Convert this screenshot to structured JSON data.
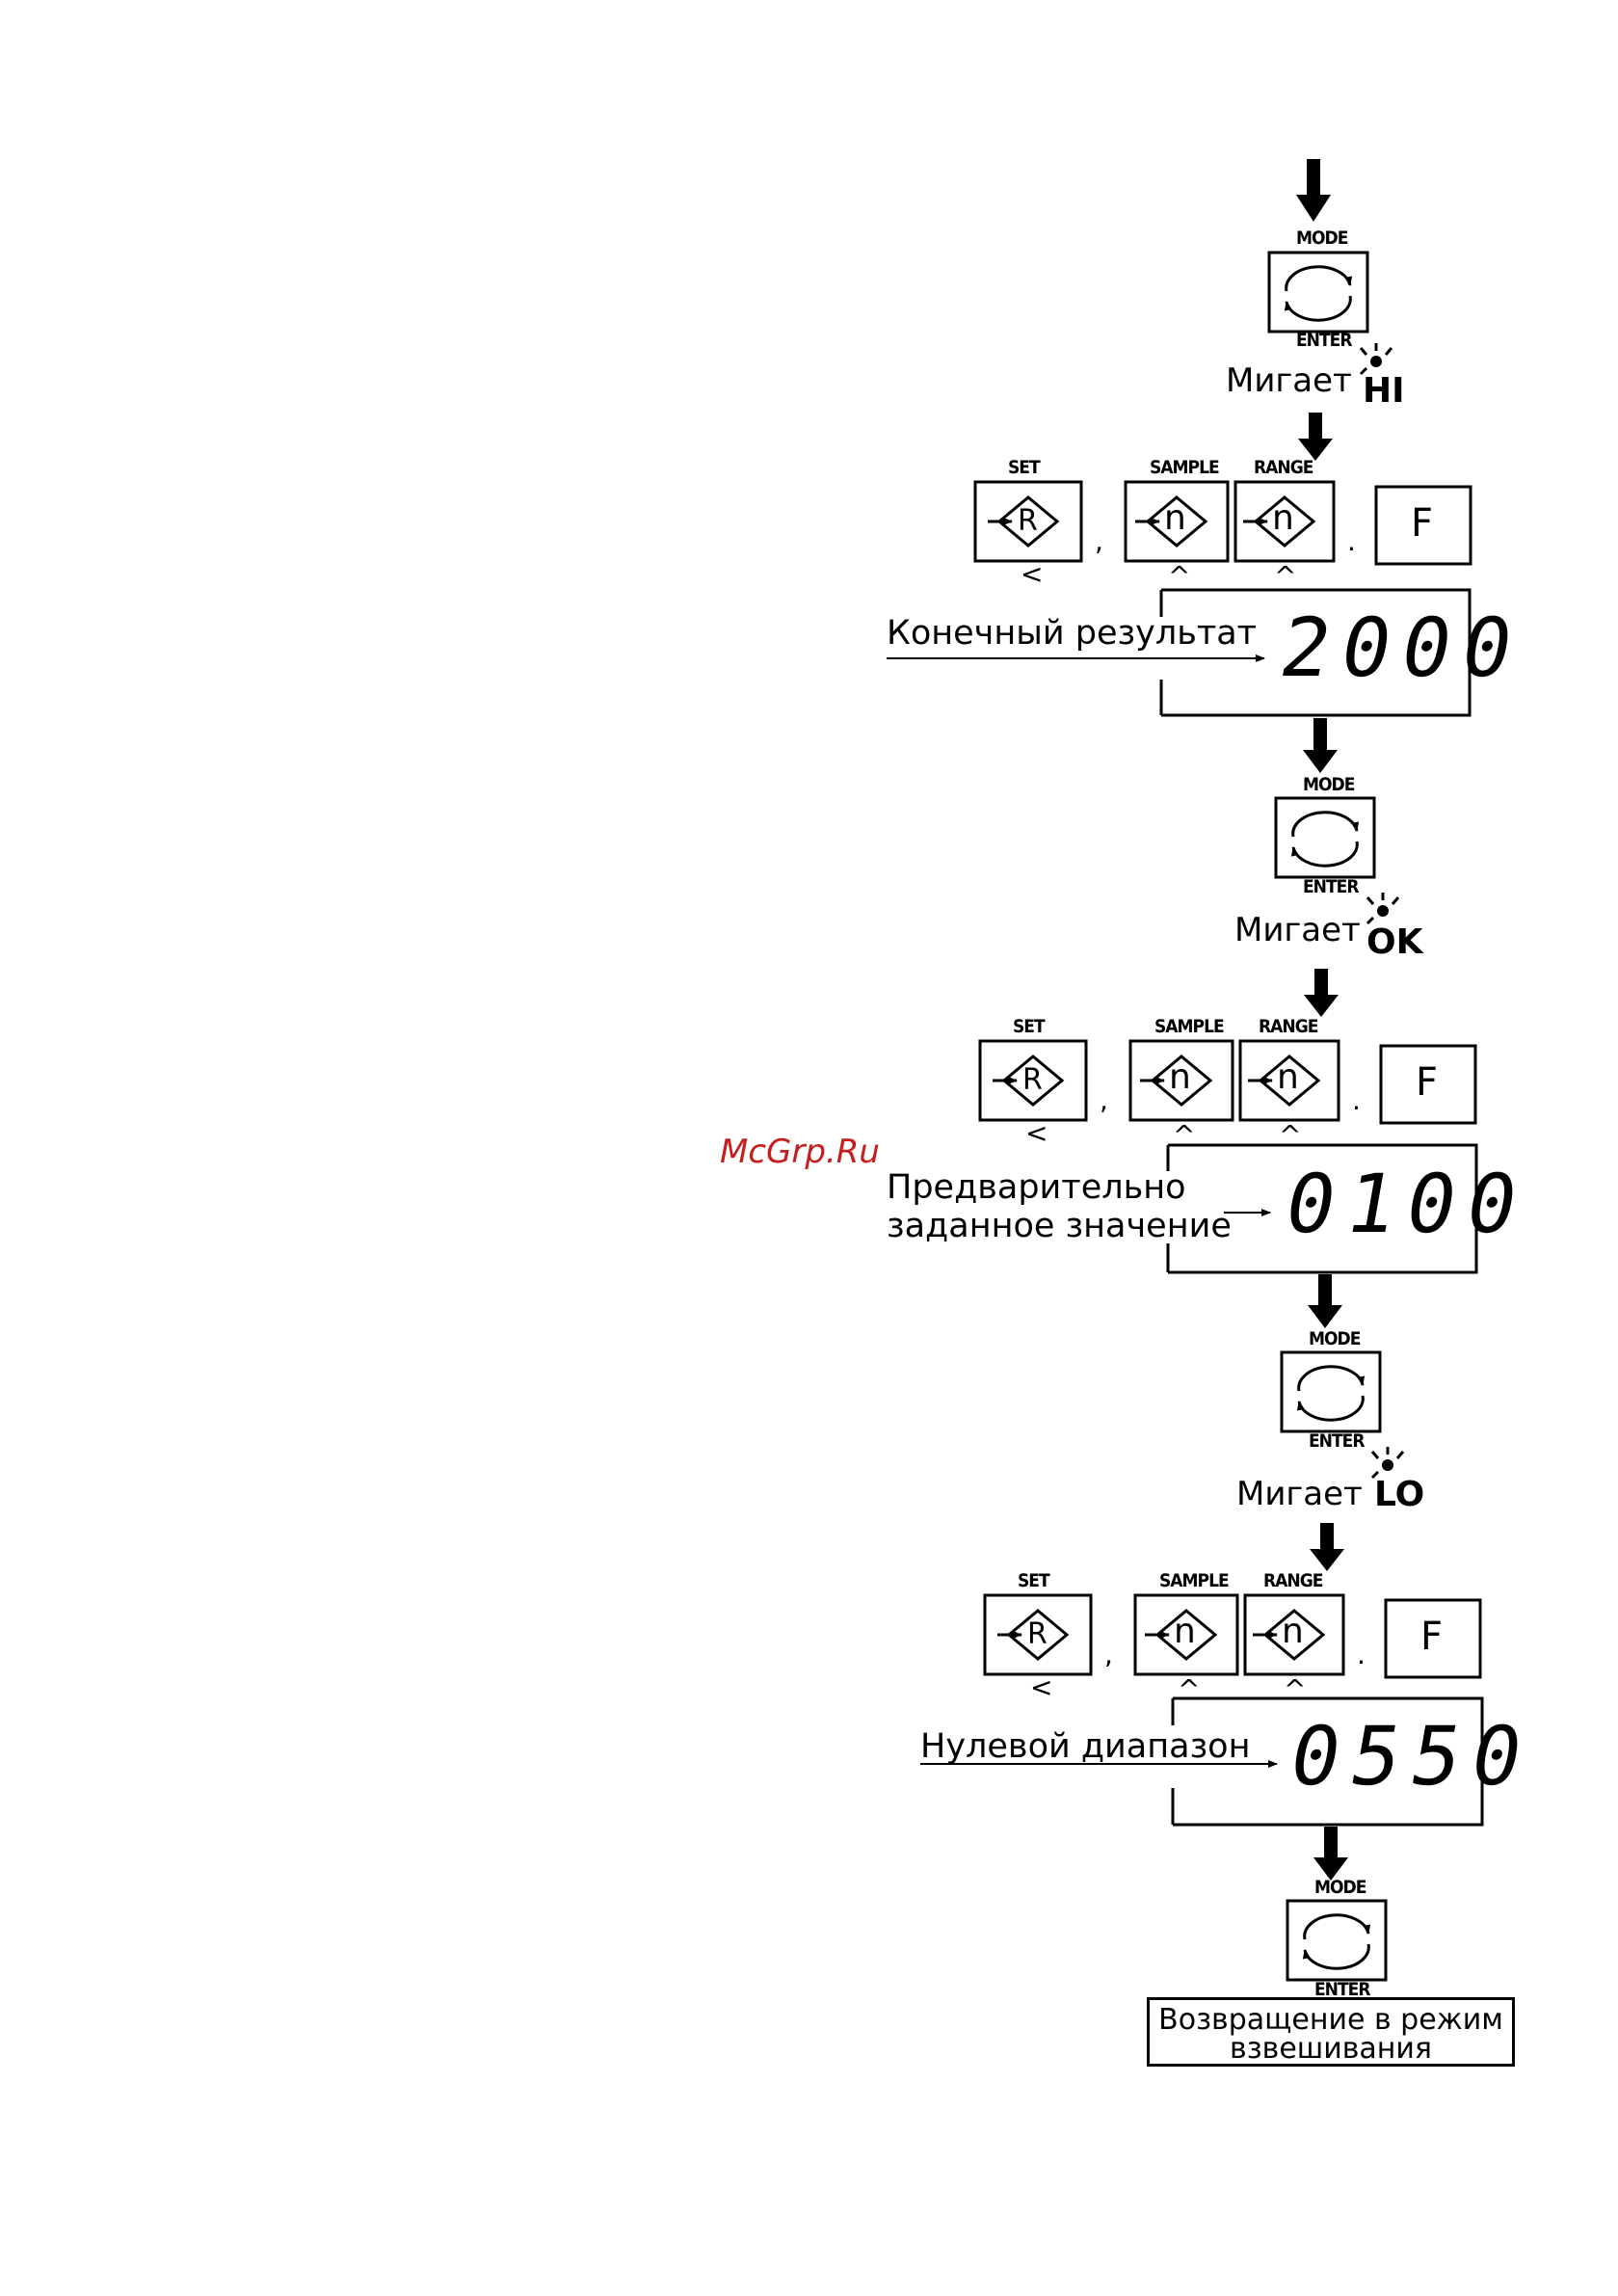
{
  "keys": {
    "mode": "MODE",
    "enter": "ENTER",
    "set": "SET",
    "sample": "SAMPLE",
    "range": "RANGE",
    "f": "F",
    "r_glyph": "R",
    "n_glyph": "n"
  },
  "symbols": {
    "lt": "<",
    "caret": "^",
    "comma": ",",
    "period": "."
  },
  "blink_label": "Мигает",
  "steps": [
    {
      "status": "HI",
      "description": "Конечный результат",
      "display": "2000"
    },
    {
      "status": "OK",
      "description_line1": "Предварительно",
      "description_line2": "заданное значение",
      "display": "0100"
    },
    {
      "status": "LO",
      "description": "Нулевой диапазон",
      "display": "0550"
    }
  ],
  "return_line1": "Возвращение в режим",
  "return_line2": "взвешивания",
  "watermark": "McGrp.Ru",
  "colors": {
    "ink": "#000000",
    "watermark": "#c41e1e"
  }
}
